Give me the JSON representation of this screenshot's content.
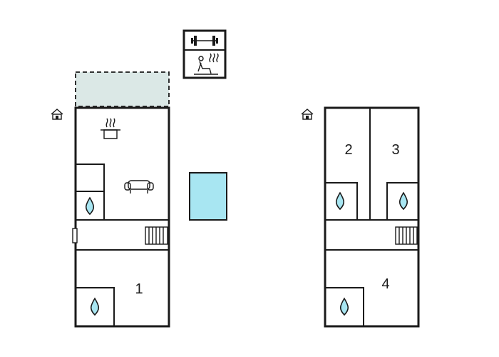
{
  "plan": {
    "rooms": [
      {
        "id": "room-1",
        "label": "1"
      },
      {
        "id": "room-2",
        "label": "2"
      },
      {
        "id": "room-3",
        "label": "3"
      },
      {
        "id": "room-4",
        "label": "4"
      }
    ],
    "icons": [
      "fitness-dumbbell-icon",
      "sauna-icon",
      "kitchen-pot-icon",
      "sofa-icon",
      "bathroom-water-drop-icon",
      "stairs-icon",
      "house-entrance-icon",
      "pool-icon",
      "terrace-area"
    ],
    "colors": {
      "walls": "#1a1a1a",
      "pool": "#a8e6f2",
      "terrace": "#dbe8e6",
      "water_drop": "#a8e6f2"
    }
  }
}
